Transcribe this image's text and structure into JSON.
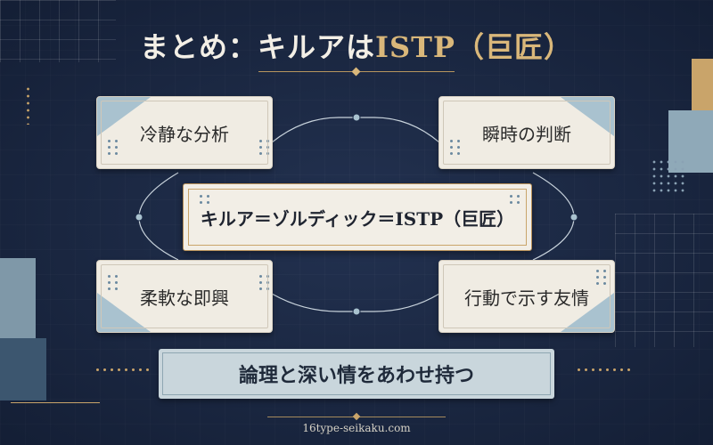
{
  "title": {
    "main": "まとめ：キルアは",
    "accent": "ISTP（巨匠）"
  },
  "cards": {
    "top_left": "冷静な分析",
    "top_right": "瞬時の判断",
    "bottom_left": "柔軟な即興",
    "bottom_right": "行動で示す友情"
  },
  "center": "キルア＝ゾルディック＝ISTP（巨匠）",
  "banner": "論理と深い情をあわせ持つ",
  "footer": "16type-seikaku.com",
  "colors": {
    "background": "#1d2b47",
    "gold": "#d9b77a",
    "card": "#f0ece3",
    "steel_blue": "#a9c2cf"
  }
}
